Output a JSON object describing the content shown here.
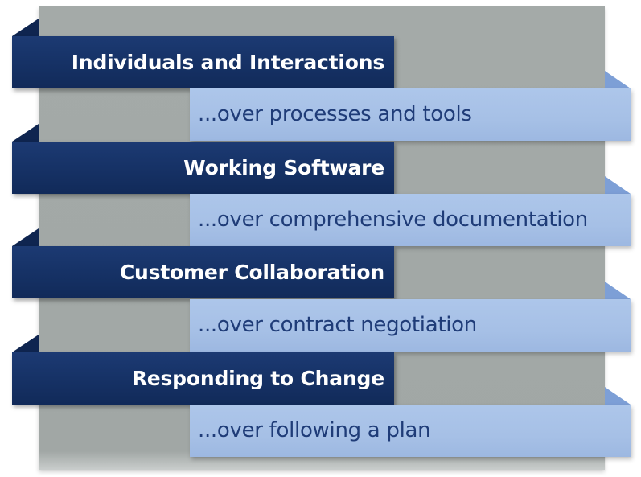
{
  "manifesto": {
    "values": [
      {
        "preferred": "Individuals and Interactions",
        "over": "...over processes and tools"
      },
      {
        "preferred": "Working Software",
        "over": "...over comprehensive documentation"
      },
      {
        "preferred": "Customer Collaboration",
        "over": "...over contract negotiation"
      },
      {
        "preferred": "Responding to Change",
        "over": "...over following a plan"
      }
    ]
  },
  "colors": {
    "primary_band": "#163266",
    "secondary_band": "#a6c0e6",
    "secondary_text": "#1f3c78",
    "backdrop": "#a2a8a6"
  }
}
